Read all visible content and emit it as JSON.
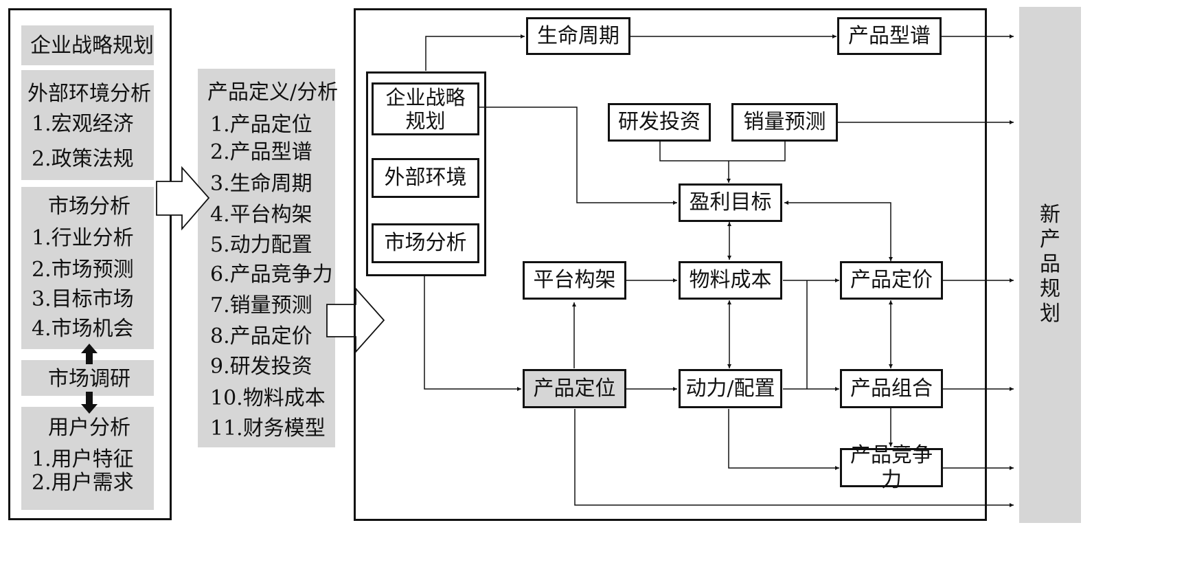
{
  "left_panel": {
    "strategy_title": "企业战略规划",
    "external_title": "外部环境分析",
    "external_items": [
      "1.宏观经济",
      "2.政策法规"
    ],
    "market_title": "市场分析",
    "market_items": [
      "1.行业分析",
      "2.市场预测",
      "3.目标市场",
      "4.市场机会"
    ],
    "research_title": "市场调研",
    "user_title": "用户分析",
    "user_items": [
      "1.用户特征",
      "2.用户需求"
    ]
  },
  "middle_panel": {
    "title": "产品定义/分析",
    "items": [
      "1.产品定位",
      "2.产品型谱",
      "3.生命周期",
      "4.平台构架",
      "5.动力配置",
      "6.产品竞争力",
      "7.销量预测",
      "8.产品定价",
      "9.研发投资",
      "10.物料成本",
      "11.财务模型"
    ]
  },
  "flow": {
    "inputs": {
      "strategy": "企业战略\n规划",
      "environment": "外部环境",
      "market": "市场分析"
    },
    "nodes": {
      "lifecycle": "生命周期",
      "spectrum": "产品型谱",
      "rd_investment": "研发投资",
      "sales_forecast": "销量预测",
      "profit_target": "盈利目标",
      "platform": "平台构架",
      "material_cost": "物料成本",
      "pricing": "产品定价",
      "positioning": "产品定位",
      "powertrain": "动力/配置",
      "portfolio": "产品组合",
      "competitiveness": "产品竞争力"
    }
  },
  "output_label": "新产品规划",
  "colors": {
    "panel_gray": "#d6d6d6",
    "line": "#111111"
  }
}
